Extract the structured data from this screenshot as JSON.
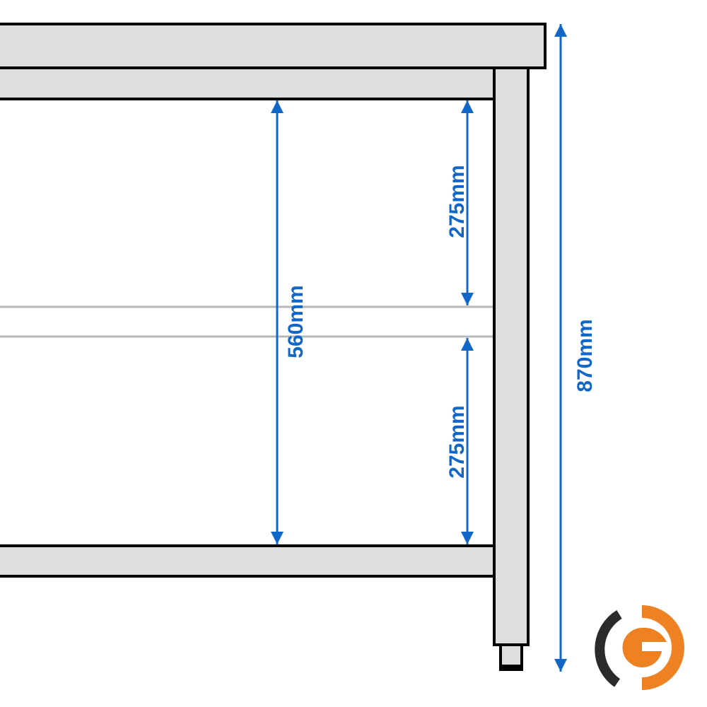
{
  "dimensions": {
    "total_height": "870mm",
    "inner_height": "560mm",
    "upper_compartment": "275mm",
    "lower_compartment": "275mm"
  },
  "colors": {
    "panel_fill": "#dedede",
    "outline": "#000000",
    "shelf_rail": "#b8b8b8",
    "dimension_arrow": "#1167c8",
    "logo_orange": "#ee8222",
    "logo_dark": "#2b2b2b"
  },
  "logo": {
    "icon": "brand-g-logo"
  }
}
